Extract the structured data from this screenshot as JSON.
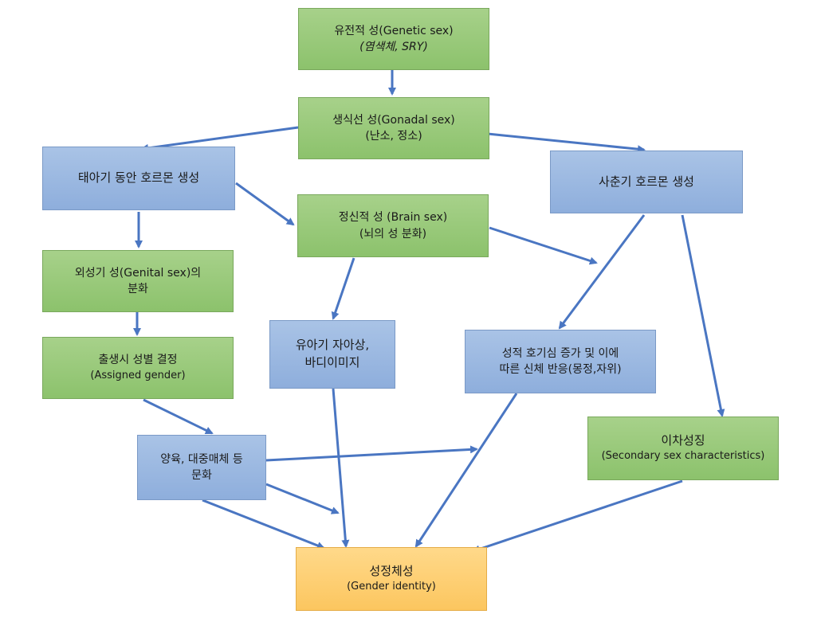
{
  "nodes": {
    "genetic": {
      "line1": "유전적 성(Genetic sex)",
      "line2": "(염색체, SRY)"
    },
    "gonadal": {
      "line1": "생식선 성(Gonadal sex)",
      "line2": "(난소, 정소)"
    },
    "fetal_hormone": {
      "line1": "태아기 동안 호르몬 생성"
    },
    "puberty_hormone": {
      "line1": "사춘기 호르몬 생성"
    },
    "brain": {
      "line1": "정신적 성 (Brain sex)",
      "line2": "(뇌의 성 분화)"
    },
    "genital": {
      "line1": "외성기 성(Genital sex)의",
      "line2": "분화"
    },
    "assigned": {
      "line1": "출생시 성별 결정",
      "line2": "(Assigned gender)"
    },
    "body_image": {
      "line1": "유아기 자아상,",
      "line2": "바디이미지"
    },
    "sexual_interest": {
      "line1": "성적 호기심 증가 및 이에",
      "line2": "따른 신체 반응(몽정,자위)"
    },
    "secondary": {
      "line1": "이차성징",
      "line2": "(Secondary sex characteristics)"
    },
    "culture": {
      "line1": "양육, 대중매체 등",
      "line2": "문화"
    },
    "identity": {
      "line1": "성정체성",
      "line2": "(Gender identity)"
    }
  },
  "colors": {
    "arrow": "#4a76c2",
    "green": "#8cc26c",
    "blue": "#8eaedc",
    "orange": "#fcc65f"
  }
}
